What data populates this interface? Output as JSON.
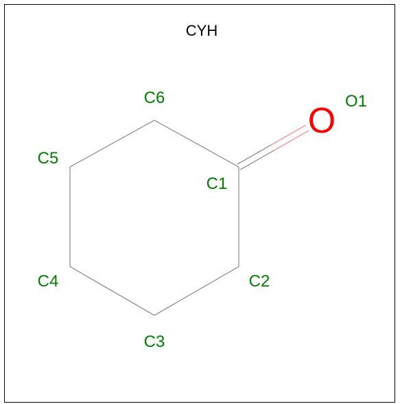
{
  "title": "CYH",
  "colors": {
    "bond": "#808080",
    "carbon_label": "#008000",
    "oxygen": "#ff0000",
    "oxygen_bond": "#ff8080",
    "title": "#000000"
  },
  "atoms": [
    {
      "id": "C1",
      "label": "C1",
      "element": "C"
    },
    {
      "id": "C2",
      "label": "C2",
      "element": "C"
    },
    {
      "id": "C3",
      "label": "C3",
      "element": "C"
    },
    {
      "id": "C4",
      "label": "C4",
      "element": "C"
    },
    {
      "id": "C5",
      "label": "C5",
      "element": "C"
    },
    {
      "id": "C6",
      "label": "C6",
      "element": "C"
    },
    {
      "id": "O1",
      "label": "O1",
      "element": "O",
      "symbol": "O"
    }
  ],
  "bonds": [
    {
      "from": "C1",
      "to": "C2",
      "order": 1
    },
    {
      "from": "C2",
      "to": "C3",
      "order": 1
    },
    {
      "from": "C3",
      "to": "C4",
      "order": 1
    },
    {
      "from": "C4",
      "to": "C5",
      "order": 1
    },
    {
      "from": "C5",
      "to": "C6",
      "order": 1
    },
    {
      "from": "C6",
      "to": "C1",
      "order": 1
    },
    {
      "from": "C1",
      "to": "O1",
      "order": 2
    }
  ]
}
